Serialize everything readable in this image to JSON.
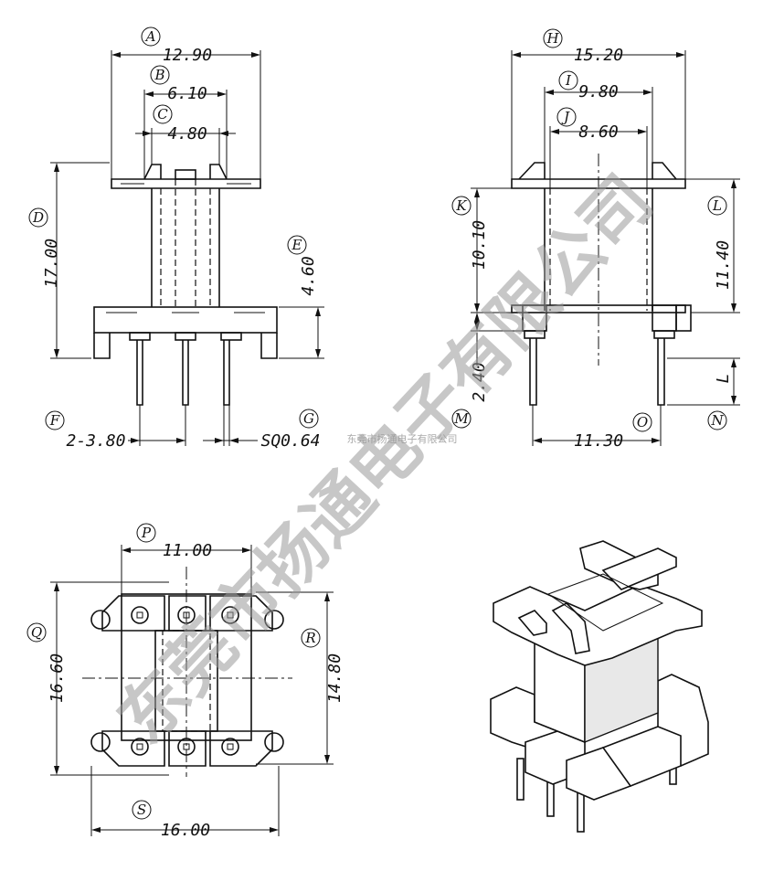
{
  "labels": {
    "A": "A",
    "B": "B",
    "C": "C",
    "D": "D",
    "E": "E",
    "F": "F",
    "G": "G",
    "H": "H",
    "I": "I",
    "J": "J",
    "K": "K",
    "L": "L",
    "M": "M",
    "N": "N",
    "O": "O",
    "P": "P",
    "Q": "Q",
    "R": "R",
    "S": "S"
  },
  "dimensions": {
    "A": "12.90",
    "B": "6.10",
    "C": "4.80",
    "D": "17.00",
    "E": "4.60",
    "F": "2-3.80",
    "G": "SQ0.64",
    "H": "15.20",
    "I": "9.80",
    "J": "8.60",
    "K": "10.10",
    "L": "11.40",
    "M": "2.40",
    "N": "L",
    "O": "11.30",
    "P": "11.00",
    "Q": "16.60",
    "R": "14.80",
    "S": "16.00"
  },
  "watermark": {
    "large": "东莞市扬通电子有限公司",
    "small": "东莞市扬通电子有限公司"
  }
}
